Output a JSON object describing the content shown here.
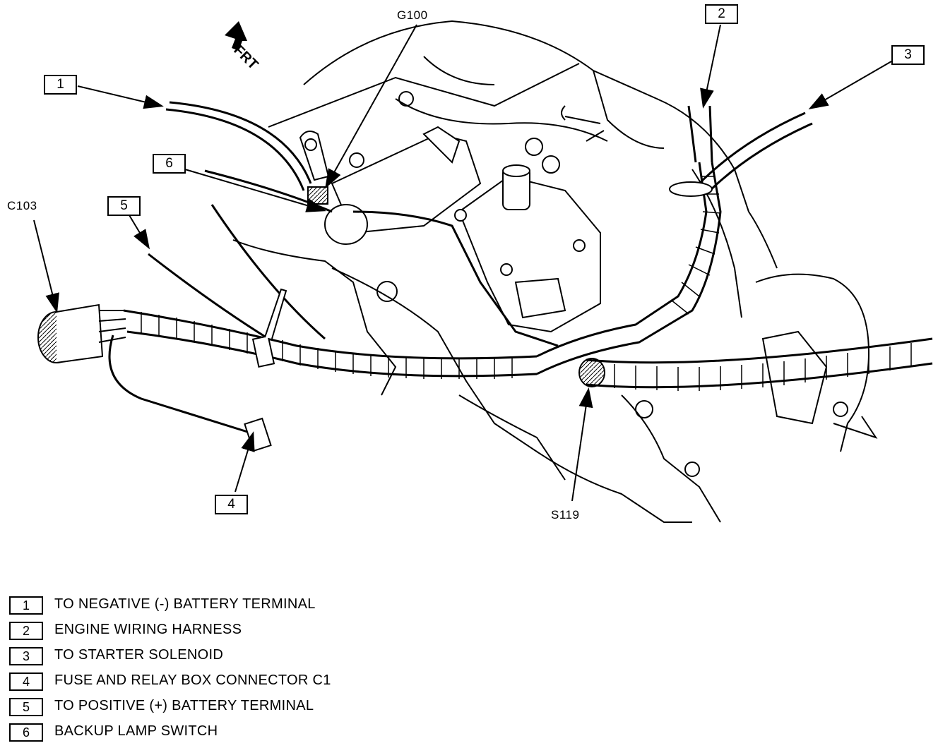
{
  "diagram": {
    "orientation_label": "FRT",
    "component_tags": {
      "ground": "G100",
      "connector": "C103",
      "splice": "S119"
    },
    "callouts": [
      "1",
      "2",
      "3",
      "4",
      "5",
      "6"
    ],
    "legend": [
      {
        "num": "1",
        "text": "TO NEGATIVE (-) BATTERY TERMINAL"
      },
      {
        "num": "2",
        "text": "ENGINE WIRING HARNESS"
      },
      {
        "num": "3",
        "text": "TO STARTER SOLENOID"
      },
      {
        "num": "4",
        "text": "FUSE AND RELAY BOX CONNECTOR C1"
      },
      {
        "num": "5",
        "text": "TO POSITIVE (+) BATTERY TERMINAL"
      },
      {
        "num": "6",
        "text": "BACKUP LAMP SWITCH"
      }
    ]
  }
}
